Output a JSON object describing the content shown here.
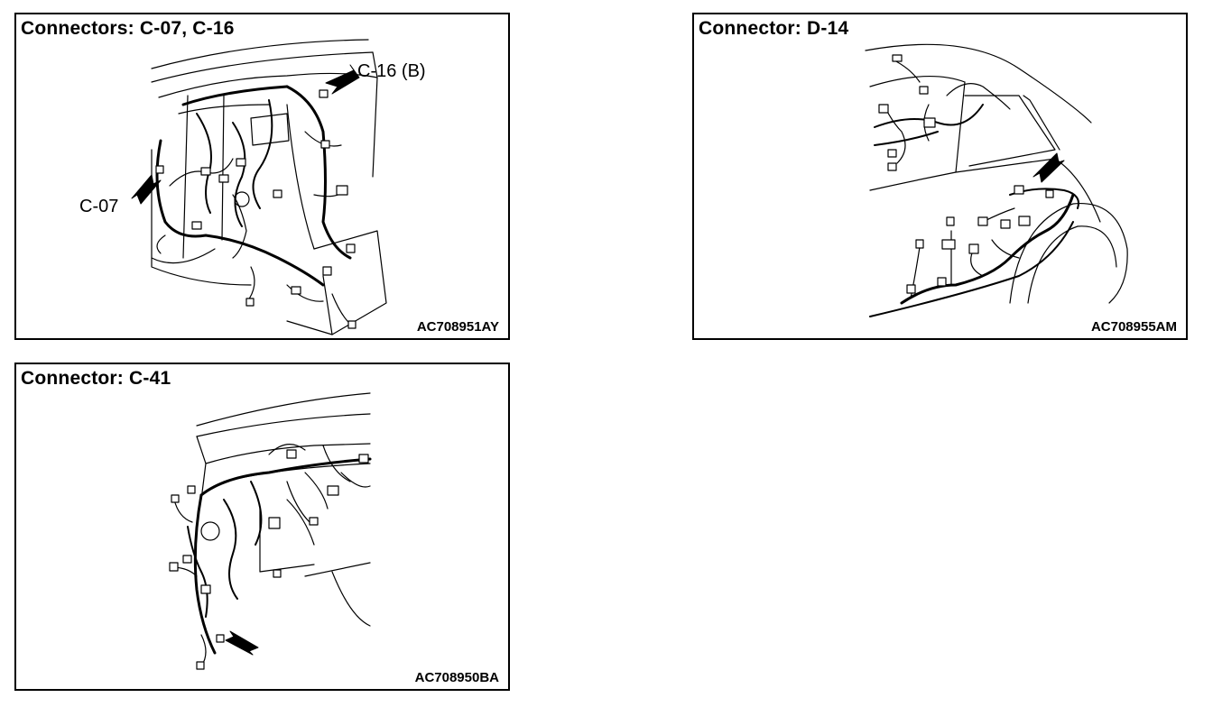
{
  "panels": {
    "c07_c16": {
      "title": "Connectors: C-07, C-16",
      "code": "AC708951AY",
      "callouts": {
        "c16": "C-16 (B)",
        "c07": "C-07"
      }
    },
    "d14": {
      "title": "Connector: D-14",
      "code": "AC708955AM"
    },
    "c41": {
      "title": "Connector: C-41",
      "code": "AC708950BA"
    }
  }
}
